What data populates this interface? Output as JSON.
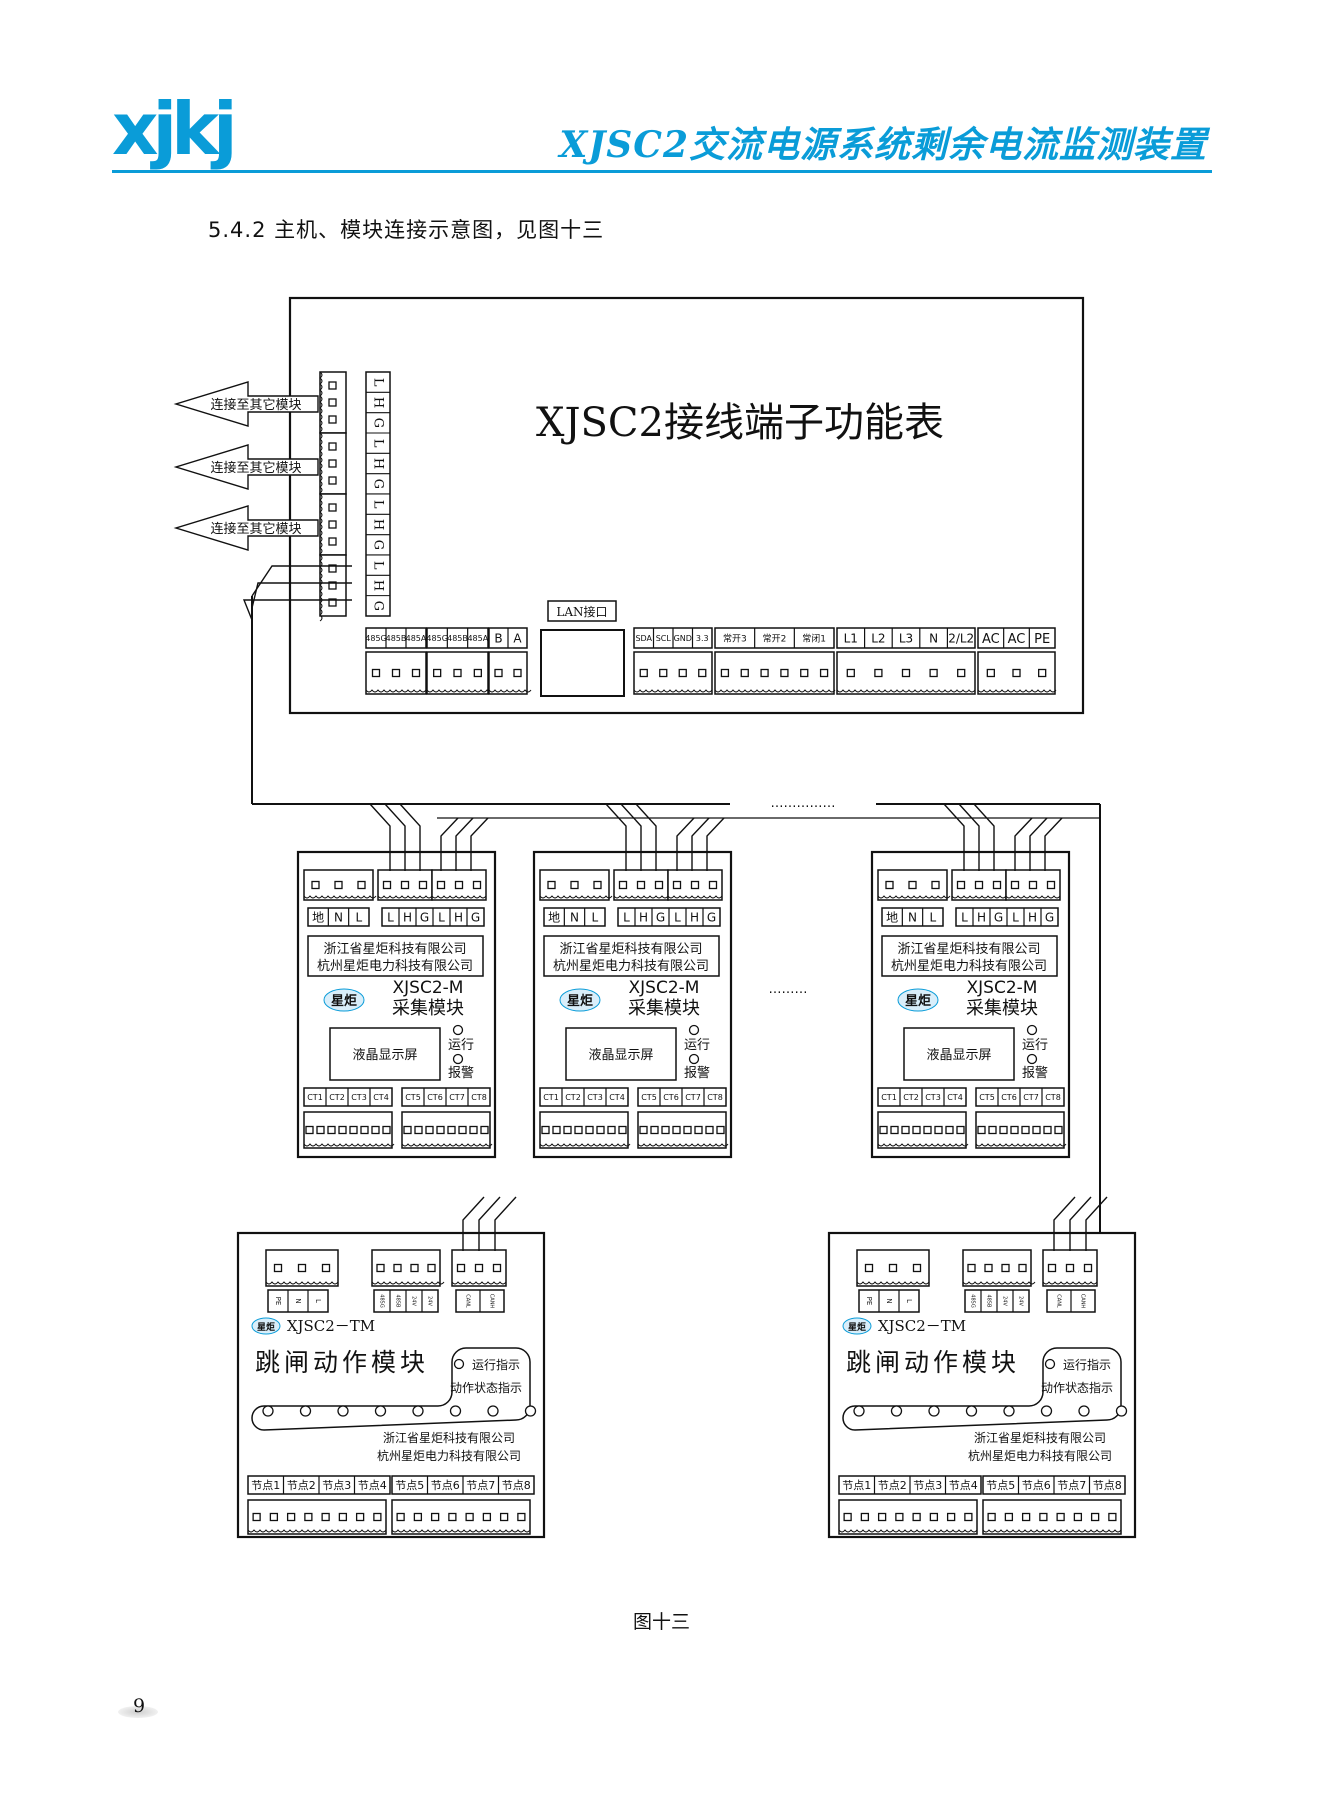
{
  "header": {
    "logo_text": "xjkj",
    "logo_color": "#0a9cd8",
    "doc_title": "XJSC2交流电源系统剩余电流监测装置",
    "accent_color": "#0a9cd8"
  },
  "section_heading": "5.4.2 主机、模块连接示意图，见图十三",
  "host": {
    "title": "XJSC2接线端子功能表",
    "side_arrows": [
      "连接至其它模块",
      "连接至其它模块",
      "连接至其它模块"
    ],
    "side_terminal_labels": [
      "L",
      "H",
      "G",
      "L",
      "H",
      "G",
      "L",
      "H",
      "G",
      "L",
      "H",
      "G"
    ],
    "lan_label": "LAN接口",
    "bottom_labels": [
      "485G",
      "485B",
      "485A",
      "485G",
      "485B",
      "485A",
      "B",
      "A",
      "SDA",
      "SCL",
      "GND",
      "3.3",
      "常开3",
      "常开2",
      "常闭1",
      "L1",
      "L2",
      "L3",
      "N",
      "2/L2",
      "AC",
      "AC",
      "PE"
    ],
    "dots": "……………"
  },
  "acq_module": {
    "top_labels": [
      "地",
      "N",
      "L",
      "L",
      "H",
      "G",
      "L",
      "H",
      "G"
    ],
    "company1": "浙江省星炬科技有限公司",
    "company2": "杭州星炬电力科技有限公司",
    "brand": "星炬",
    "model": "XJSC2-M",
    "name": "采集模块",
    "lcd": "液晶显示屏",
    "run": "运行",
    "alarm": "报警",
    "ct_labels": [
      "CT1",
      "CT2",
      "CT3",
      "CT4",
      "CT5",
      "CT6",
      "CT7",
      "CT8"
    ],
    "between_dots": "………"
  },
  "trip_module": {
    "top_labels": [
      "PE",
      "N",
      "L",
      "485G",
      "485B",
      "24V",
      "24V",
      "CANL",
      "CANH"
    ],
    "brand": "星炬",
    "model": "XJSC2－TM",
    "name": "跳闸动作模块",
    "run": "运行指示",
    "action": "动作状态指示",
    "company1": "浙江省星炬科技有限公司",
    "company2": "杭州星炬电力科技有限公司",
    "node_labels": [
      "节点1",
      "节点2",
      "节点3",
      "节点4",
      "节点5",
      "节点6",
      "节点7",
      "节点8"
    ]
  },
  "figure_caption": "图十三",
  "page_number": "9"
}
